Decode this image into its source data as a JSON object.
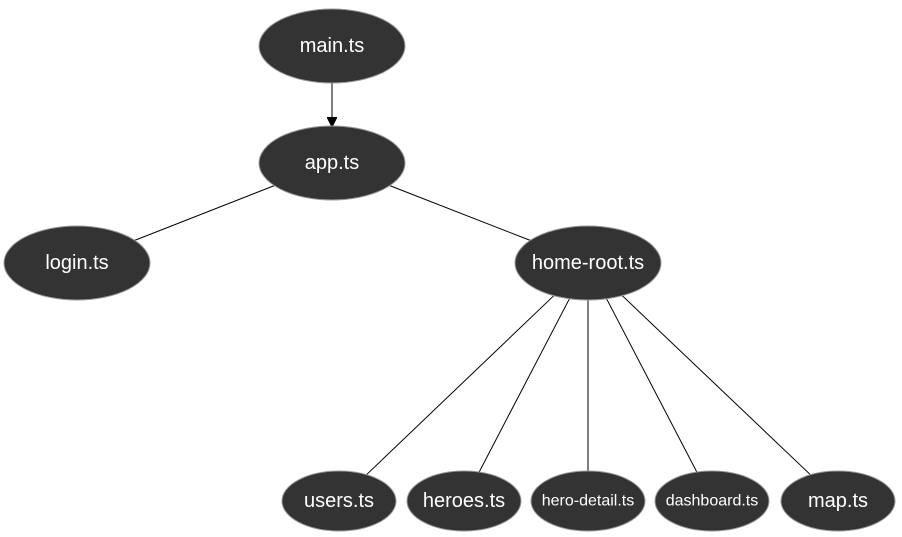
{
  "diagram": {
    "type": "dependency-tree",
    "colors": {
      "node_fill": "#333333",
      "node_border": "#999999",
      "label_text": "#ffffff",
      "edge": "#000000",
      "background": "#ffffff"
    },
    "nodes": [
      {
        "id": "main",
        "label": "main.ts"
      },
      {
        "id": "app",
        "label": "app.ts"
      },
      {
        "id": "login",
        "label": "login.ts"
      },
      {
        "id": "home_root",
        "label": "home-root.ts"
      },
      {
        "id": "users",
        "label": "users.ts"
      },
      {
        "id": "heroes",
        "label": "heroes.ts"
      },
      {
        "id": "hero_detail",
        "label": "hero-detail.ts"
      },
      {
        "id": "dashboard",
        "label": "dashboard.ts"
      },
      {
        "id": "map",
        "label": "map.ts"
      }
    ],
    "edges": [
      {
        "from": "main",
        "to": "app",
        "directed": true
      },
      {
        "from": "app",
        "to": "login",
        "directed": false
      },
      {
        "from": "app",
        "to": "home_root",
        "directed": false
      },
      {
        "from": "home_root",
        "to": "users",
        "directed": false
      },
      {
        "from": "home_root",
        "to": "heroes",
        "directed": false
      },
      {
        "from": "home_root",
        "to": "hero_detail",
        "directed": false
      },
      {
        "from": "home_root",
        "to": "dashboard",
        "directed": false
      },
      {
        "from": "home_root",
        "to": "map",
        "directed": false
      }
    ]
  }
}
